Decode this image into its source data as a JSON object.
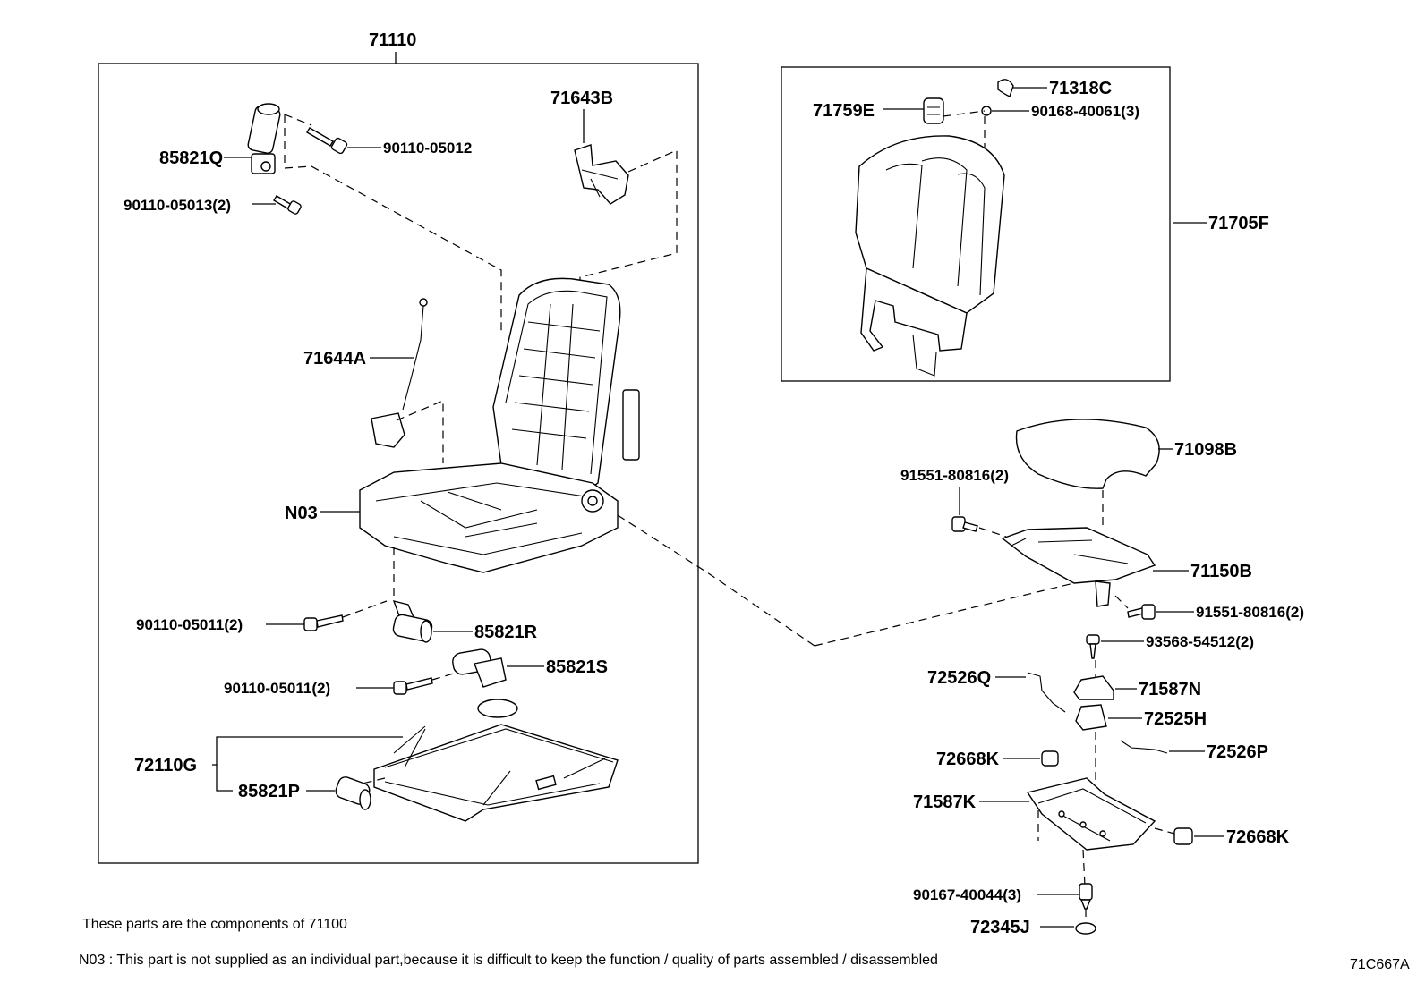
{
  "assembly_label": "71110",
  "labels": {
    "p85821Q": "85821Q",
    "p90110_05012": "90110-05012",
    "p90110_05013": "90110-05013(2)",
    "p71643B": "71643B",
    "p71644A": "71644A",
    "pN03": "N03",
    "p90110_05011a": "90110-05011(2)",
    "p85821R": "85821R",
    "p85821S": "85821S",
    "p90110_05011b": "90110-05011(2)",
    "p72110G": "72110G",
    "p85821P": "85821P",
    "p71759E": "71759E",
    "p71318C": "71318C",
    "p90168_40061": "90168-40061(3)",
    "p71705F": "71705F",
    "p71098B": "71098B",
    "p91551_80816a": "91551-80816(2)",
    "p71150B": "71150B",
    "p91551_80816b": "91551-80816(2)",
    "p93568_54512": "93568-54512(2)",
    "p72526Q": "72526Q",
    "p71587N": "71587N",
    "p72525H": "72525H",
    "p72526P": "72526P",
    "p72668Ka": "72668K",
    "p71587K": "71587K",
    "p72668Kb": "72668K",
    "p90167_40044": "90167-40044(3)",
    "p72345J": "72345J"
  },
  "notes": {
    "components": "These parts are the components of 71100",
    "n03": "N03 : This part is not supplied as an individual part,because it is difficult to keep the function / quality of parts assembled / disassembled"
  },
  "illustration_code": "71C667A"
}
